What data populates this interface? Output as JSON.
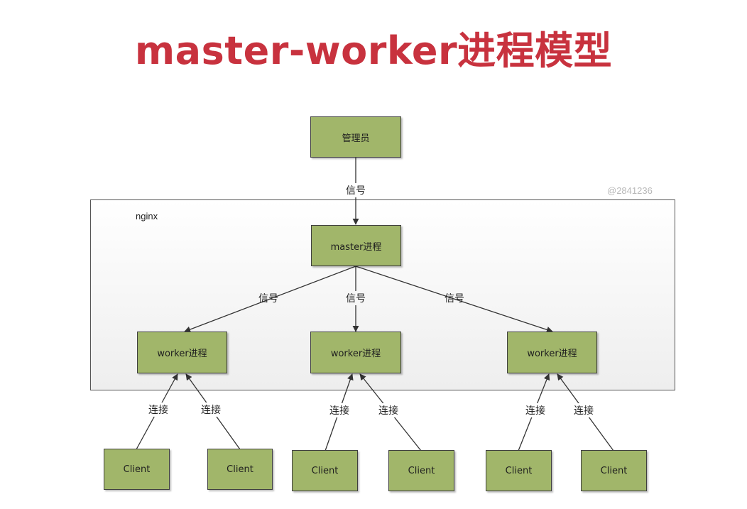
{
  "title": "master-worker进程模型",
  "watermark": "@2841236",
  "container_label": "nginx",
  "nodes": {
    "admin": "管理员",
    "master": "master进程",
    "worker1": "worker进程",
    "worker2": "worker进程",
    "worker3": "worker进程",
    "client1": "Client",
    "client2": "Client",
    "client3": "Client",
    "client4": "Client",
    "client5": "Client",
    "client6": "Client"
  },
  "edge_labels": {
    "admin_master": "信号",
    "master_worker1": "信号",
    "master_worker2": "信号",
    "master_worker3": "信号",
    "client1_worker1": "连接",
    "client2_worker1": "连接",
    "client3_worker2": "连接",
    "client4_worker2": "连接",
    "client5_worker3": "连接",
    "client6_worker3": "连接"
  }
}
